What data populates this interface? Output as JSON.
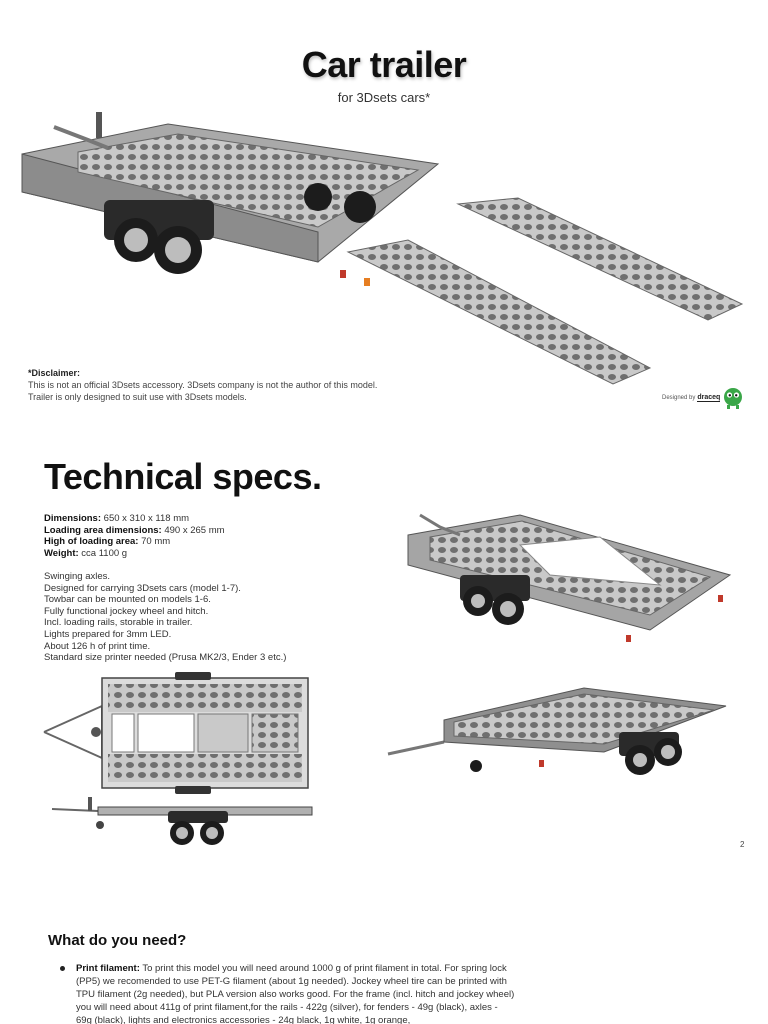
{
  "header": {
    "title": "Car trailer",
    "subtitle": "for 3Dsets cars*"
  },
  "disclaimer": {
    "heading": "*Disclaimer:",
    "line1": "This is not an official 3Dsets accessory. 3Dsets company is not the author of this model.",
    "line2": "Trailer is only designed to suit use with 3Dsets models."
  },
  "credit": {
    "label": "Designed by",
    "brand": "draceq"
  },
  "specs": {
    "heading": "Technical specs.",
    "dimensions_label": "Dimensions:",
    "dimensions_value": "650 x 310 x 118 mm",
    "loading_label": "Loading area dimensions:",
    "loading_value": "490 x 265 mm",
    "height_label": "High of loading area:",
    "height_value": "70 mm",
    "weight_label": "Weight:",
    "weight_value": "cca 1100 g",
    "features": [
      "Swinging axles.",
      "Designed for carrying 3Dsets cars (model 1-7).",
      "Towbar can be mounted on models 1-6.",
      "Fully functional jockey wheel and hitch.",
      "Incl. loading rails, storable in trailer.",
      "Lights prepared for 3mm LED.",
      "About 126 h of print time.",
      "Standard size printer needed (Prusa MK2/3, Ender 3 etc.)"
    ]
  },
  "page_number": "2",
  "need": {
    "heading": "What do you need?",
    "item_label": "Print filament:",
    "item_text": "To print this model you will need around 1000 g of print filament in total. For spring lock (PP5) we recomended to use PET-G filament (about 1g needed). Jockey wheel tire can be printed with TPU filament (2g needed), but PLA version also works good. For the frame (incl. hitch and jockey wheel) you will need about 411g of print filament,for the rails - 422g (silver), for fenders - 49g (black), axles - 69g (black), lights and electronics accessories - 24g black, 1g white, 1g orange,"
  },
  "colors": {
    "frame": "#9a9a9a",
    "frame_dark": "#5e5e5e",
    "tire": "#1c1c1c",
    "light_red": "#c0392b",
    "light_orange": "#e67e22",
    "mascot": "#3aa648"
  }
}
